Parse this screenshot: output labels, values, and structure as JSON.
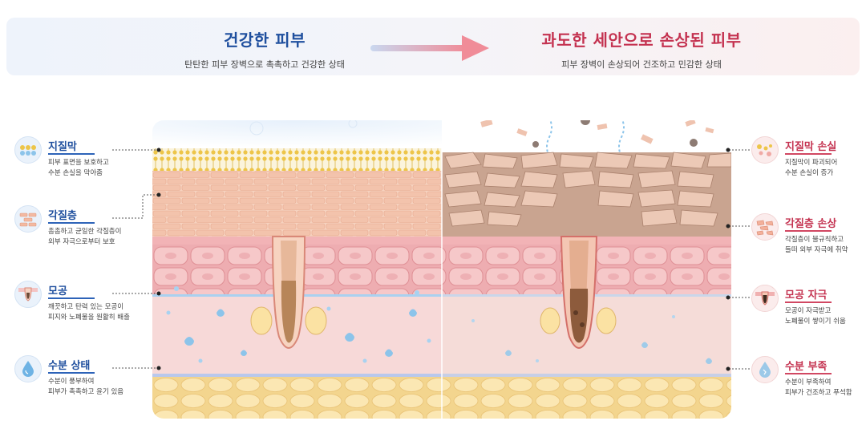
{
  "header": {
    "left_title": "건강한 피부",
    "left_subtitle": "탄탄한 피부 장벽으로 촉촉하고 건강한 상태",
    "right_title": "과도한 세안으로 손상된 피부",
    "right_subtitle": "피부 장벽이 손상되어 건조하고 민감한 상태"
  },
  "left_labels": [
    {
      "title": "지질막",
      "desc1": "피부 표면을 보호하고",
      "desc2": "수분 손실을 막아줌",
      "icon": "lipid-dots-icon"
    },
    {
      "title": "각질층",
      "desc1": "촘촘하고 균일한 각질층이",
      "desc2": "외부 자극으로부터 보호",
      "icon": "brick-icon"
    },
    {
      "title": "모공",
      "desc1": "깨끗하고 탄력 있는 모공이",
      "desc2": "피지와 노폐물을 원활히 배출",
      "icon": "pore-icon"
    },
    {
      "title": "수분 상태",
      "desc1": "수분이 풍부하여",
      "desc2": "피부가 촉촉하고 윤기 있음",
      "icon": "water-drop-icon"
    }
  ],
  "right_labels": [
    {
      "title": "지질막 손실",
      "desc1": "지질막이 파괴되어",
      "desc2": "수분 손실이 증가",
      "icon": "broken-lipid-icon"
    },
    {
      "title": "각질층 손상",
      "desc1": "각질층이 불규칙하고",
      "desc2": "들떠 외부 자극에 취약",
      "icon": "cracked-brick-icon"
    },
    {
      "title": "모공 자극",
      "desc1": "모공이 자극받고",
      "desc2": "노폐물이 쌓이기 쉬움",
      "icon": "clogged-pore-icon"
    },
    {
      "title": "수분 부족",
      "desc1": "수분이 부족하여",
      "desc2": "피부가 건조하고 푸석함",
      "icon": "dry-drop-icon"
    }
  ],
  "colors": {
    "healthy_accent": "#1f4f9e",
    "damaged_accent": "#c43250",
    "lipid_gold": "#e9c24a",
    "stratum_pink": "#f3c6b0",
    "dermis_pink": "#f1b4b8",
    "fat_yellow": "#f6dc9a",
    "water_blue": "#8cc4ea"
  }
}
